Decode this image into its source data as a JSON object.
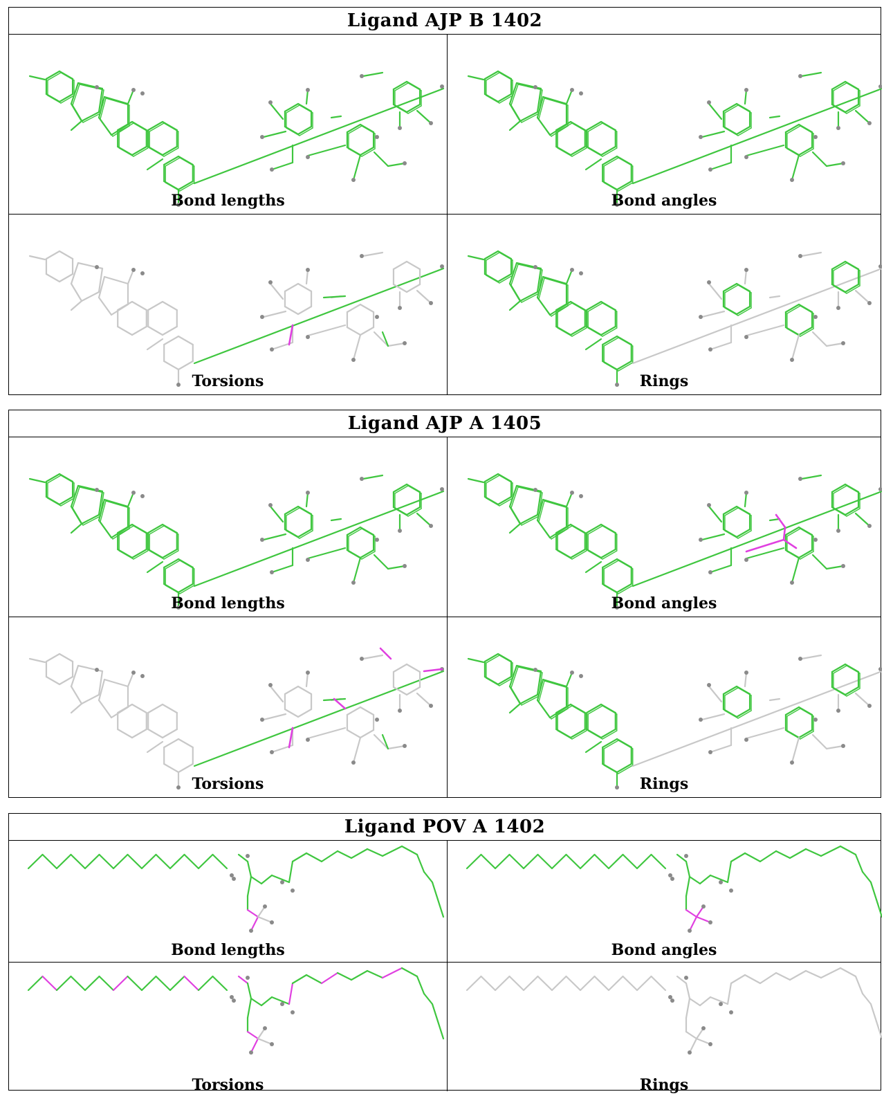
{
  "blocks": [
    {
      "title": "Ligand AJP B 1402",
      "panels": [
        {
          "label": "Bond lengths",
          "mode": "green"
        },
        {
          "label": "Bond angles",
          "mode": "green"
        },
        {
          "label": "Torsions",
          "mode": "torsion"
        },
        {
          "label": "Rings",
          "mode": "rings"
        }
      ]
    },
    {
      "title": "Ligand AJP A 1405",
      "panels": [
        {
          "label": "Bond lengths",
          "mode": "green"
        },
        {
          "label": "Bond angles",
          "mode": "angles-flag"
        },
        {
          "label": "Torsions",
          "mode": "torsion-flag"
        },
        {
          "label": "Rings",
          "mode": "rings"
        }
      ]
    },
    {
      "title": "Ligand POV A 1402",
      "panels": [
        {
          "label": "Bond lengths",
          "mode": "chain-len"
        },
        {
          "label": "Bond angles",
          "mode": "chain-ang"
        },
        {
          "label": "Torsions",
          "mode": "chain-tor"
        },
        {
          "label": "Rings",
          "mode": "chain-ring"
        }
      ]
    }
  ],
  "colors": {
    "ok": "#3fc63f",
    "flagged": "#e040e0",
    "neutral": "#c8c8c8",
    "atom": "#8a8a8a"
  }
}
